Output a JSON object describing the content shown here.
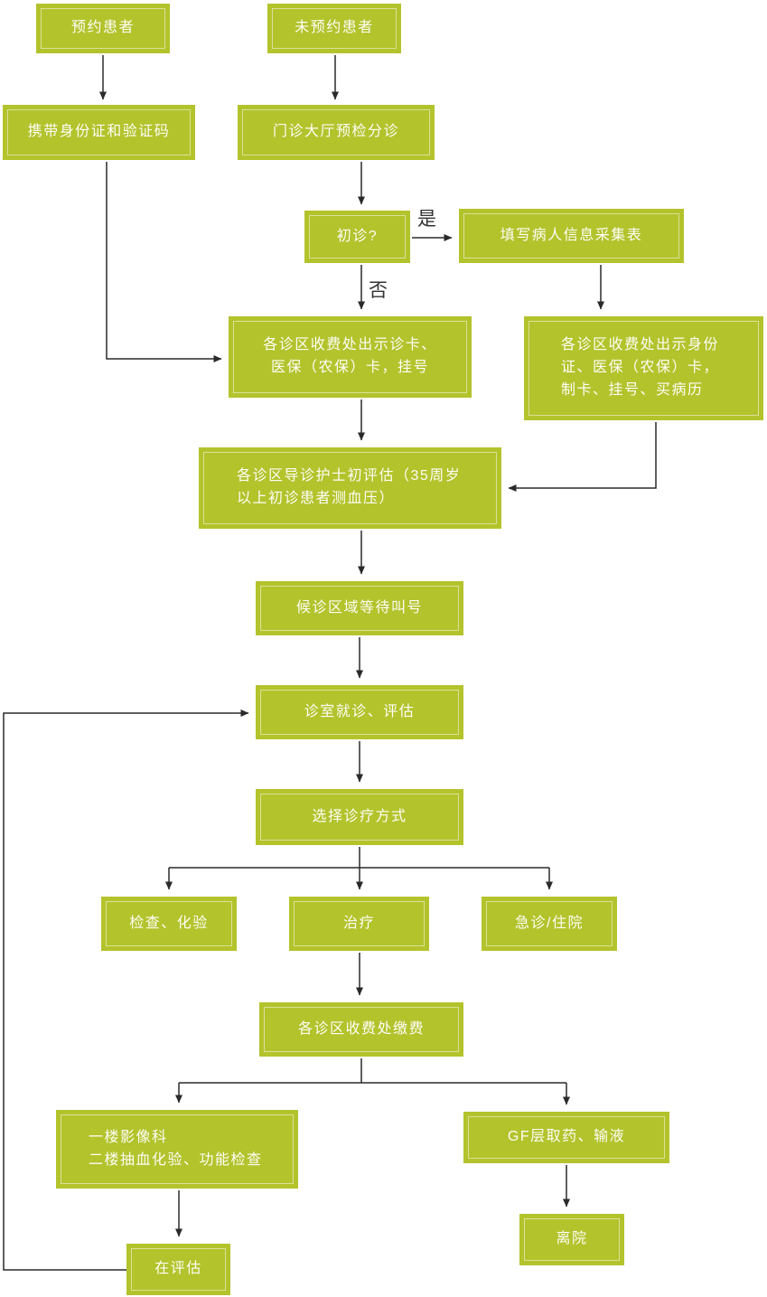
{
  "palette": {
    "node_fill": "#b3c32c",
    "node_inner_border": "rgba(255,255,255,0.5)",
    "node_text": "#fdfdf6",
    "connector_color": "#2a2a2a",
    "edge_label_color": "#333333"
  },
  "flowchart": {
    "nodes": {
      "booked_patient": {
        "label": "预约患者"
      },
      "walk_in_patient": {
        "label": "未预约患者"
      },
      "bring_id": {
        "label": "携带身份证和验证码"
      },
      "hall_triage": {
        "label": "门诊大厅预检分诊"
      },
      "first_visit": {
        "label": "初诊?"
      },
      "info_form": {
        "label": "填写病人信息采集表"
      },
      "register_existing": {
        "label": "各诊区收费处出示诊卡、\n医保（农保）卡，挂号"
      },
      "register_new": {
        "label": "各诊区收费处出示身份\n证、医保（农保）卡，\n制卡、挂号、买病历"
      },
      "nurse_assessment": {
        "label": "各诊区导诊护士初评估（35周岁\n以上初诊患者测血压）"
      },
      "waiting_area": {
        "label": "候诊区域等待叫号"
      },
      "consultation": {
        "label": "诊室就诊、评估"
      },
      "choose_treatment": {
        "label": "选择诊疗方式"
      },
      "tests": {
        "label": "检查、化验"
      },
      "treatment": {
        "label": "治疗"
      },
      "emergency_admission": {
        "label": "急诊/住院"
      },
      "payment": {
        "label": "各诊区收费处缴费"
      },
      "imaging_lab": {
        "label": "一楼影像科\n二楼抽血化验、功能检查"
      },
      "pharmacy_infusion": {
        "label": "GF层取药、输液"
      },
      "discharge": {
        "label": "离院"
      },
      "reassessment": {
        "label": "在评估"
      }
    },
    "edge_labels": {
      "yes": "是",
      "no": "否"
    }
  }
}
